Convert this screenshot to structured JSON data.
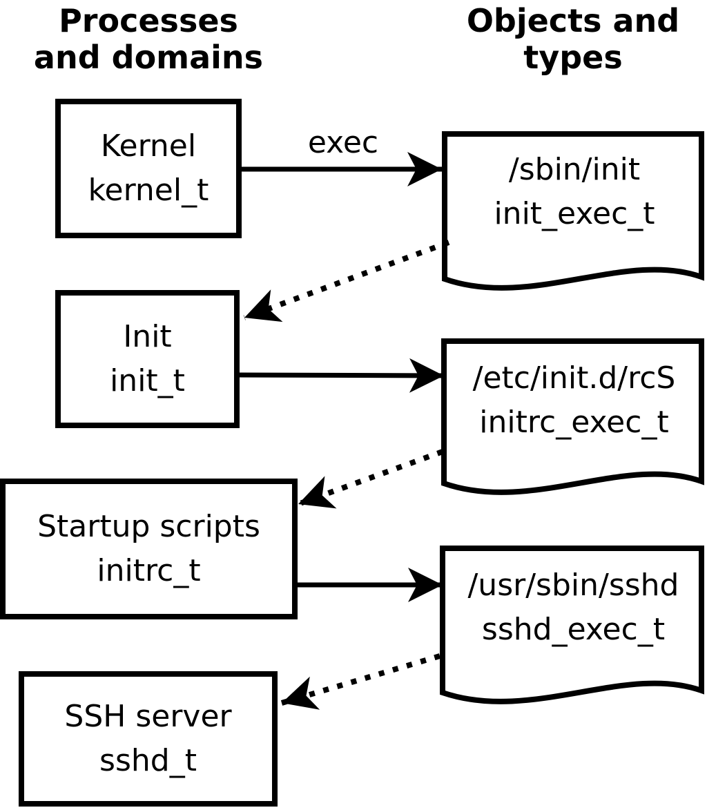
{
  "headers": {
    "left": {
      "line1": "Processes",
      "line2": "and domains"
    },
    "right": {
      "line1": "Objects and",
      "line2": "types"
    }
  },
  "processes": [
    {
      "name": "Kernel",
      "type": "kernel_t"
    },
    {
      "name": "Init",
      "type": "init_t"
    },
    {
      "name": "Startup scripts",
      "type": "initrc_t"
    },
    {
      "name": "SSH server",
      "type": "sshd_t"
    }
  ],
  "objects": [
    {
      "path": "/sbin/init",
      "type": "init_exec_t"
    },
    {
      "path": "/etc/init.d/rcS",
      "type": "initrc_exec_t"
    },
    {
      "path": "/usr/sbin/sshd",
      "type": "sshd_exec_t"
    }
  ],
  "edges": {
    "solid": [
      {
        "from": "kernel_t",
        "to": "init_exec_t",
        "label": "exec",
        "style": "solid"
      },
      {
        "from": "init_t",
        "to": "initrc_exec_t",
        "label": "",
        "style": "solid"
      },
      {
        "from": "initrc_t",
        "to": "sshd_exec_t",
        "label": "",
        "style": "solid"
      }
    ],
    "dotted": [
      {
        "from": "init_exec_t",
        "to": "init_t",
        "style": "dotted"
      },
      {
        "from": "initrc_exec_t",
        "to": "initrc_t",
        "style": "dotted"
      },
      {
        "from": "sshd_exec_t",
        "to": "sshd_t",
        "style": "dotted"
      }
    ]
  },
  "colors": {
    "line": "#000000",
    "background": "#ffffff"
  }
}
